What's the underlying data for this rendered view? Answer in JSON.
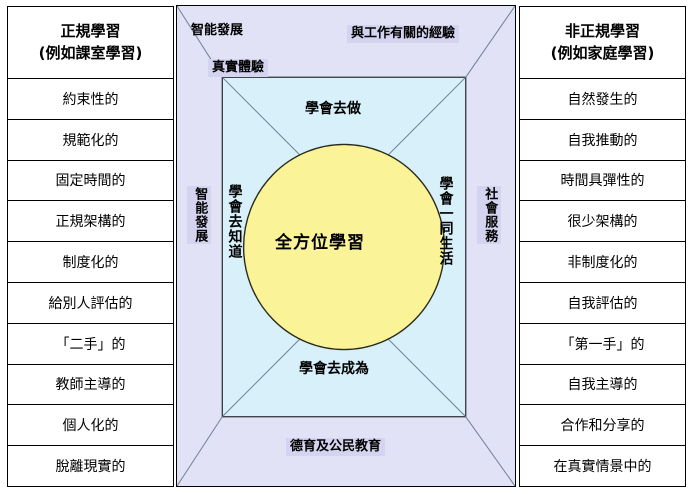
{
  "left_table": {
    "header_line1": "正規學習",
    "header_line2": "(例如課室學習)",
    "rows": [
      "約束性的",
      "規範化的",
      "固定時間的",
      "正規架構的",
      "制度化的",
      "給別人評估的",
      "「二手」的",
      "教師主導的",
      "個人化的",
      "脫離現實的"
    ]
  },
  "right_table": {
    "header_line1": "非正規學習",
    "header_line2": "(例如家庭學習)",
    "rows": [
      "自然發生的",
      "自我推動的",
      "時間具彈性的",
      "很少架構的",
      "非制度化的",
      "自我評估的",
      "「第一手」的",
      "自我主導的",
      "合作和分享的",
      "在真實情景中的"
    ]
  },
  "center": {
    "core_label": "全方位學習",
    "inner_top": "學會去做",
    "inner_bottom": "學會去成為",
    "inner_left": "學會去知道",
    "inner_right": "學會一同生活",
    "outer_top_left": "智能發展",
    "outer_top_left2": "真實體驗",
    "outer_top_right": "與工作有關的經驗",
    "outer_left": "智能發展",
    "outer_right": "社會服務",
    "outer_bottom": "德育及公民教育"
  },
  "colors": {
    "outer_band": "#e2e2f7",
    "chip": "#d4d4f0",
    "inner_panel": "#d7f0fa",
    "circle_fill": "#faf398",
    "border": "#000000",
    "diagonal": "#6f7f8f"
  }
}
